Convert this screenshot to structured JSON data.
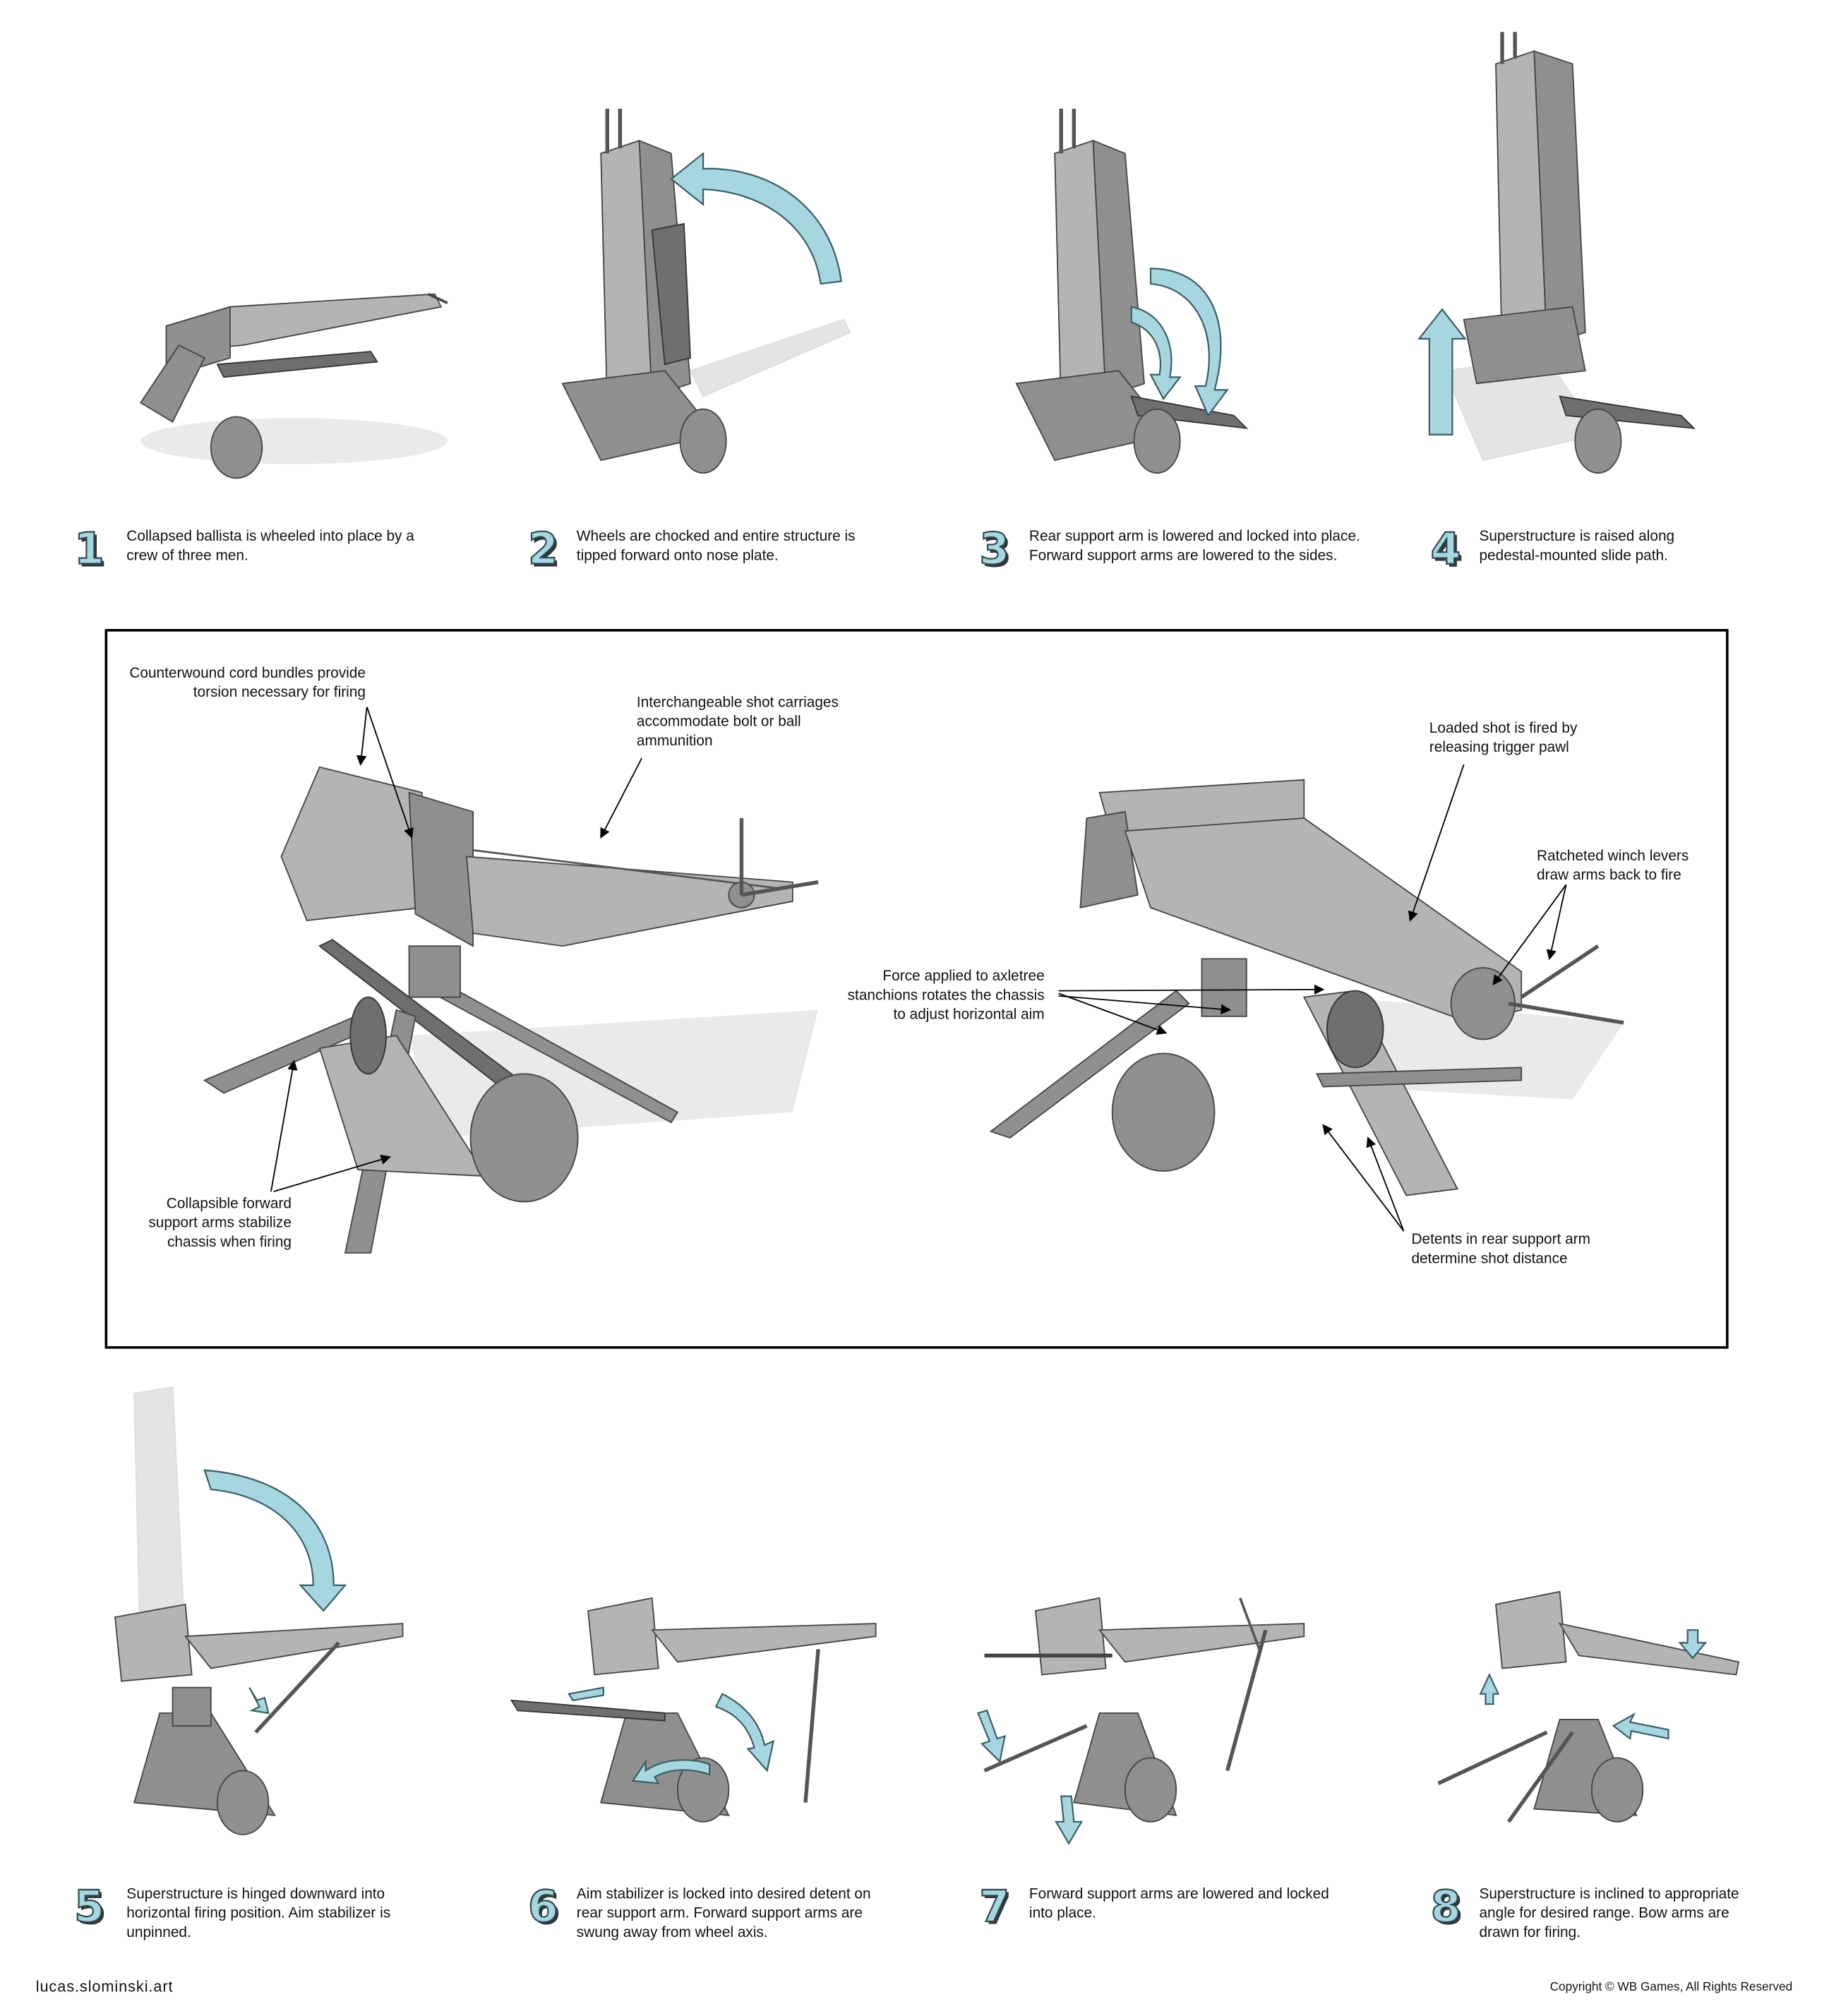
{
  "steps_top": [
    {
      "number": "1",
      "text": "Collapsed ballista is wheeled into place by a crew of three men."
    },
    {
      "number": "2",
      "text": "Wheels are chocked and entire structure is tipped forward onto nose plate."
    },
    {
      "number": "3",
      "text": "Rear support arm is lowered and locked into place. Forward support arms are lowered to the sides."
    },
    {
      "number": "4",
      "text": "Superstructure is raised along pedestal-mounted slide path."
    }
  ],
  "detail": {
    "annotations": {
      "cord_bundles": "Counterwound cord bundles provide torsion necessary for firing",
      "shot_carriages": "Interchangeable shot carriages accommodate bolt or ball ammunition",
      "forward_arms": "Collapsible forward support arms stabilize chassis when firing",
      "axletree": "Force applied to axletree stanchions rotates the chassis to adjust horizontal aim",
      "trigger": "Loaded shot is fired by releasing trigger pawl",
      "winch": "Ratcheted winch levers draw arms back to fire",
      "detents": "Detents in rear support arm determine shot distance"
    }
  },
  "steps_bottom": [
    {
      "number": "5",
      "text": "Superstructure is hinged downward into horizontal firing position.  Aim stabilizer is unpinned."
    },
    {
      "number": "6",
      "text": "Aim stabilizer is locked into desired detent on rear support arm.  Forward support arms are swung away from wheel axis."
    },
    {
      "number": "7",
      "text": "Forward support arms are lowered and locked into place."
    },
    {
      "number": "8",
      "text": "Superstructure is inclined to appropriate angle for desired range.  Bow arms are drawn for firing."
    }
  ],
  "footer": {
    "credit": "lucas.slominski.art",
    "copyright": "Copyright © WB Games, All Rights Reserved"
  },
  "colors": {
    "arrow": "#a6d6e0",
    "model": "#8f8f8f",
    "border": "#000000"
  }
}
